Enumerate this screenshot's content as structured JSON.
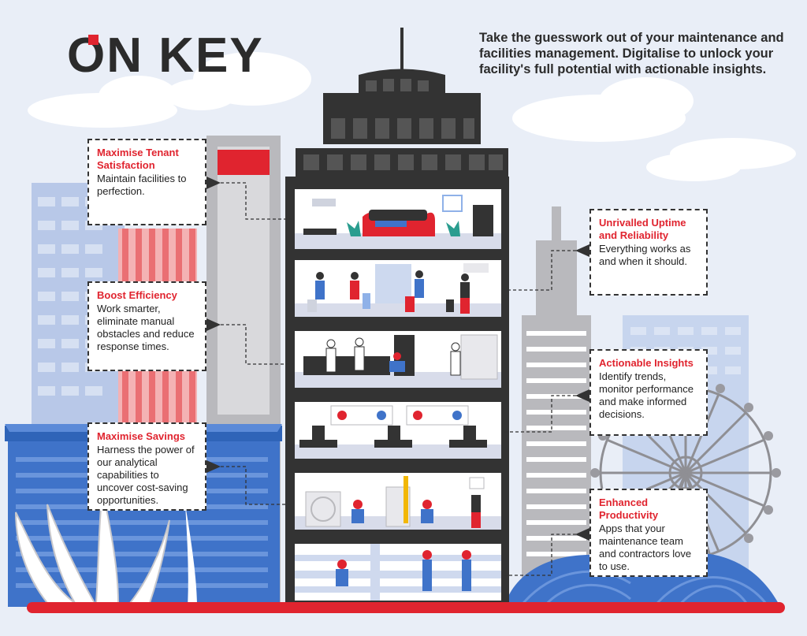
{
  "brand": {
    "logo_text": "ON KEY",
    "accent_color": "#e0242f",
    "dark_color": "#2b2b2b"
  },
  "tagline": "Take the guesswork out of your maintenance and facilities management. Digitalise to unlock your facility's full potential with actionable insights.",
  "callouts": [
    {
      "title": "Maximise Tenant Satisfaction",
      "body": "Maintain facilities to perfection."
    },
    {
      "title": "Boost Efficiency",
      "body": "Work smarter, eliminate manual obstacles and reduce response times."
    },
    {
      "title": "Maximise Savings",
      "body": "Harness the power of our analytical capabilities to uncover cost-saving opportunities."
    },
    {
      "title": "Unrivalled Uptime and Reliability",
      "body": "Everything works as and when it should."
    },
    {
      "title": "Actionable Insights",
      "body": "Identify trends, monitor performance and make informed decisions."
    },
    {
      "title": "Enhanced Productivity",
      "body": "Apps that your maintenance team and contractors love to use."
    }
  ]
}
